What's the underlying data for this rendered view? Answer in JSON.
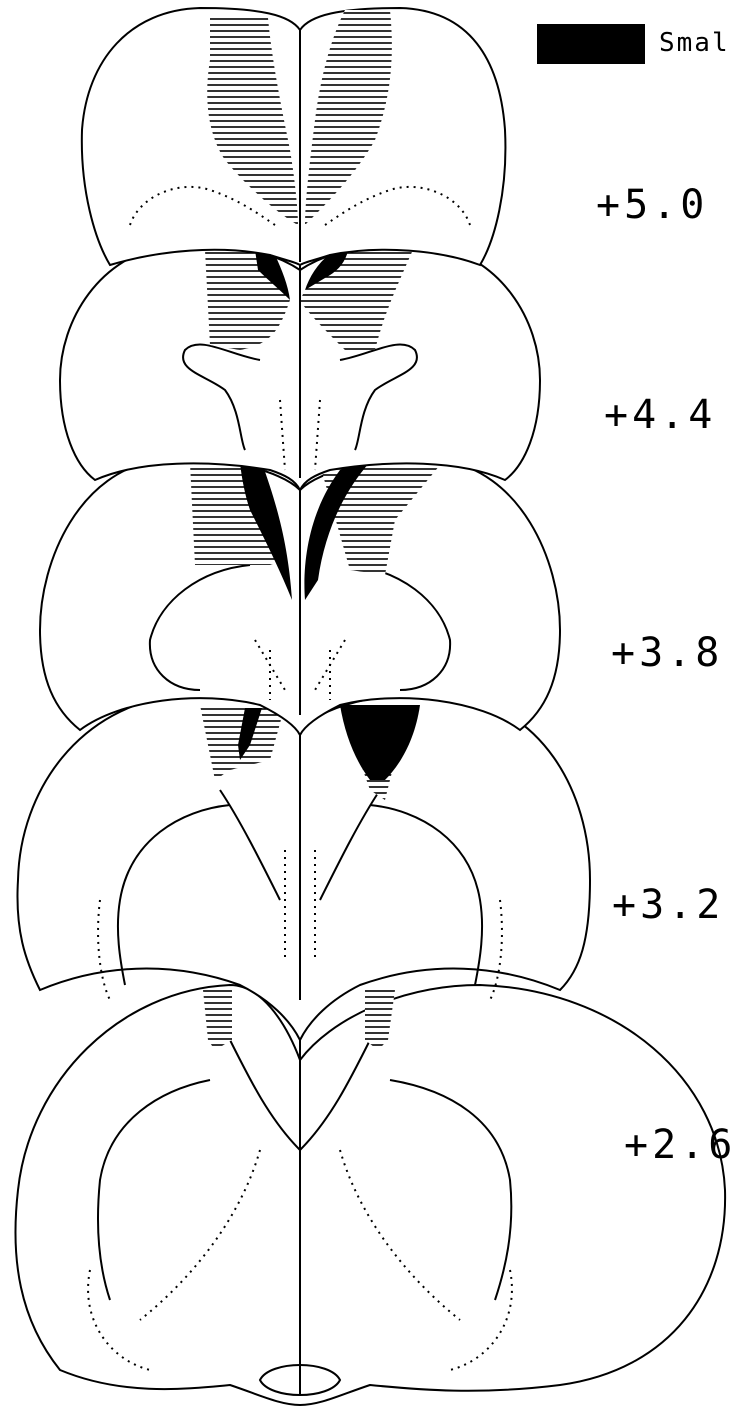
{
  "legend": {
    "swatch_color": "#000000",
    "label": "Smal"
  },
  "sections": [
    {
      "level": "+5.0"
    },
    {
      "level": "+4.4"
    },
    {
      "level": "+3.8"
    },
    {
      "level": "+3.2"
    },
    {
      "level": "+2.6"
    }
  ],
  "colors": {
    "ink": "#000000",
    "background": "#ffffff"
  }
}
